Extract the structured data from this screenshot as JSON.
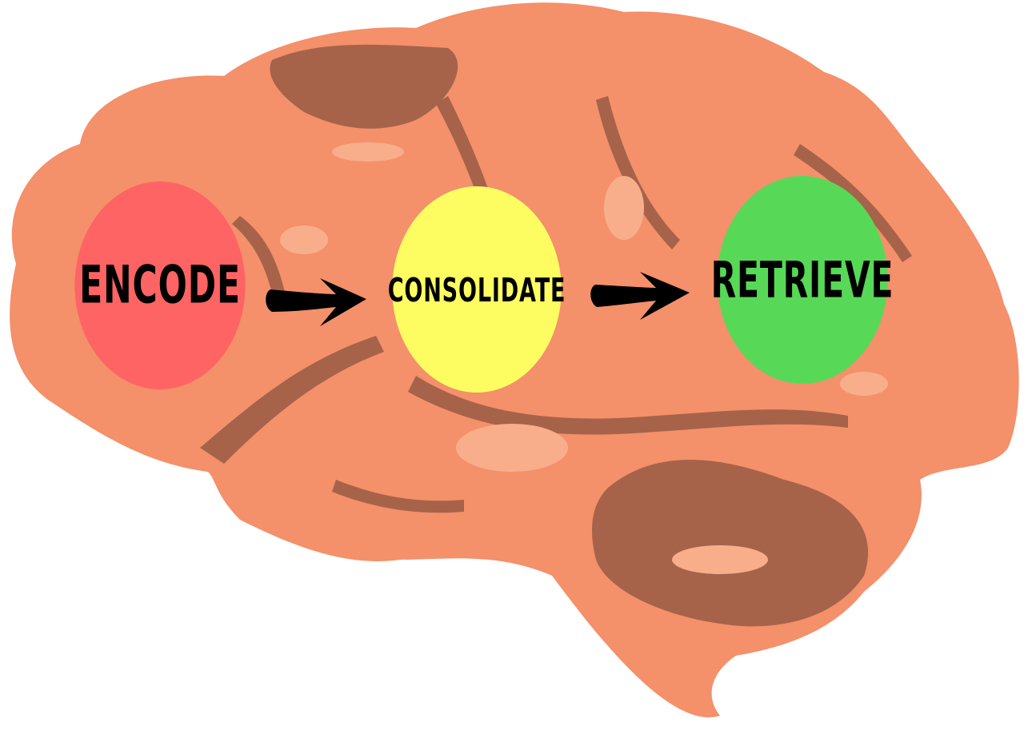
{
  "diagram": {
    "stages": [
      {
        "label": "ENCODE",
        "color": "#fe6464"
      },
      {
        "label": "CONSOLIDATE",
        "color": "#fdfd62"
      },
      {
        "label": "RETRIEVE",
        "color": "#57d957"
      }
    ],
    "colors": {
      "brain": "#f4906a",
      "sulci": "#a6634a",
      "highlight": "#f8ae8a",
      "arrow": "#000000"
    }
  }
}
